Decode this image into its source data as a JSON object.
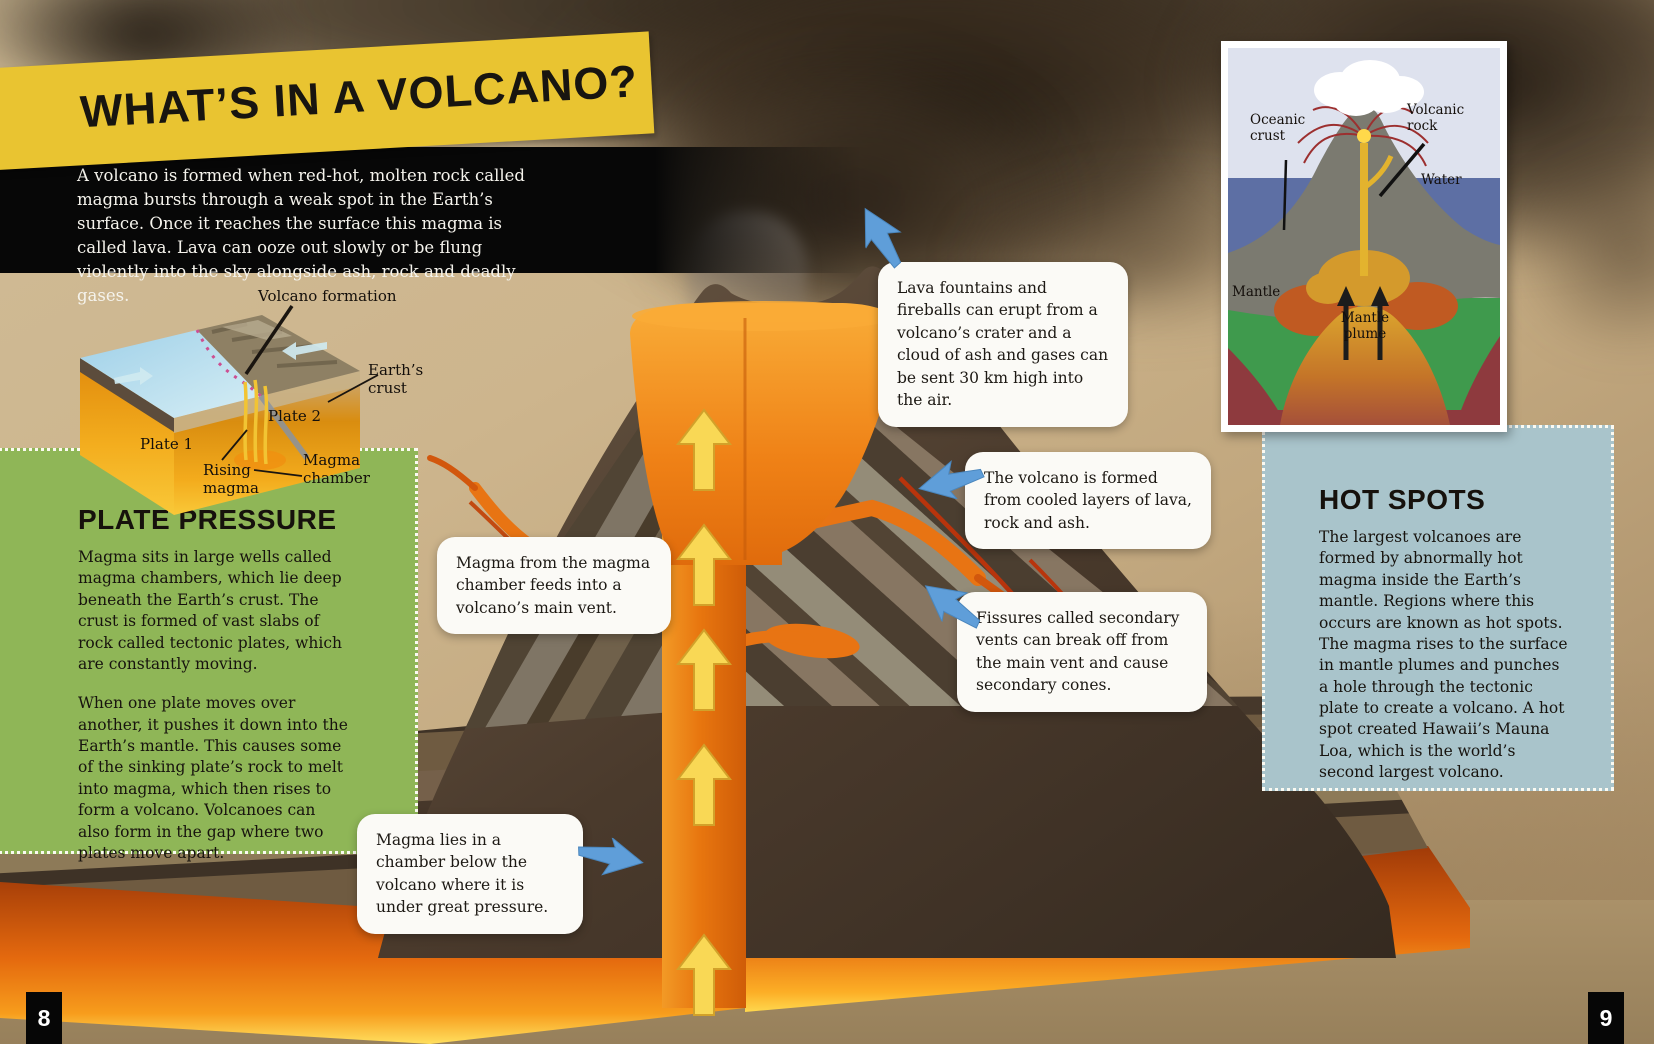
{
  "page": {
    "title": "WHAT’S IN A VOLCANO?",
    "intro": "A volcano is formed when red-hot, molten rock called magma bursts through a weak spot in the Earth’s surface. Once it reaches the surface this magma is called lava. Lava can ooze out slowly or be flung violently into the sky alongside ash, rock and deadly gases.",
    "page_number_left": "8",
    "page_number_right": "9"
  },
  "plate_pressure": {
    "heading": "PLATE PRESSURE",
    "para1": "Magma sits in large wells called magma chambers, which lie deep beneath the Earth’s crust. The crust is formed of vast slabs of rock called tectonic plates, which are constantly moving.",
    "para2": "When one plate moves over another, it pushes it down into the Earth’s mantle. This causes some of the sinking plate’s rock to melt into magma, which then rises to form a volcano. Volcanoes can also form in the gap where two plates move apart."
  },
  "hot_spots": {
    "heading": "HOT SPOTS",
    "body": "The largest volcanoes are formed by abnormally hot magma inside the Earth’s mantle. Regions where this occurs are known as hot spots. The magma rises to the surface in mantle plumes and punches a hole through the tectonic plate to create a volcano. A hot spot created Hawaii’s Mauna Loa, which is the world’s second largest volcano."
  },
  "formation_diagram": {
    "labels": {
      "title": "Volcano formation",
      "earths_crust": "Earth’s crust",
      "plate1": "Plate 1",
      "plate2": "Plate 2",
      "rising_magma": "Rising magma",
      "magma_chamber": "Magma chamber"
    }
  },
  "inset_diagram": {
    "labels": {
      "oceanic_crust": "Oceanic crust",
      "volcanic_rock": "Volcanic rock",
      "water": "Water",
      "mantle": "Mantle",
      "mantle_plume": "Mantle plume"
    }
  },
  "callouts": [
    {
      "text": "Lava fountains and fireballs can erupt from a volcano’s crater and a cloud of ash and gases can be sent 30 km high into the air."
    },
    {
      "text": "The volcano is formed from cooled layers of lava, rock and ash."
    },
    {
      "text": "Magma from the magma chamber feeds into a volcano’s main vent."
    },
    {
      "text": "Fissures called secondary vents can break off from the main vent and cause secondary cones."
    },
    {
      "text": "Magma lies in a chamber below the volcano where it is under great pressure."
    }
  ],
  "colors": {
    "banner_yellow": "#e9c431",
    "panel_green": "#8fb657",
    "panel_blue": "#a9c4cb",
    "magma_orange": "#e8760f",
    "magma_glow": "#ffd84e",
    "annotation_arrow_blue": "#5f9ed9",
    "flow_arrow_yellow": "#f9d855"
  }
}
